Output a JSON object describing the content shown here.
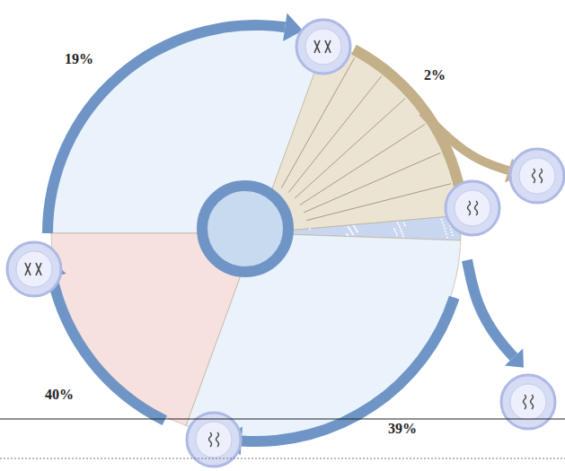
{
  "diagram": {
    "labels": [
      "19%",
      "2%",
      "40%",
      "39%"
    ]
  }
}
